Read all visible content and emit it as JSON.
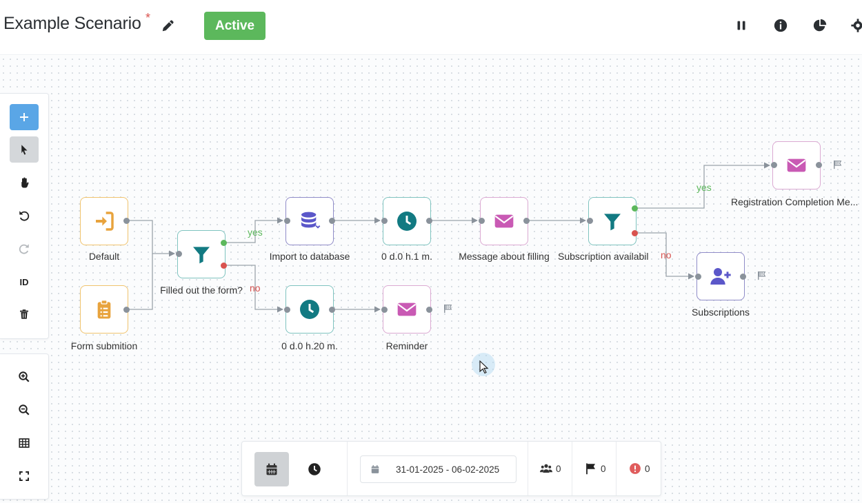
{
  "header": {
    "title": "Example Scenario",
    "unsaved_marker": "*",
    "status": "Active",
    "icons": [
      "pencil-icon",
      "pause-icon",
      "info-icon",
      "pie-chart-icon",
      "gear-icon"
    ]
  },
  "toolbar": {
    "id_label": "ID",
    "top_icons": [
      "plus-icon",
      "pointer-icon",
      "hand-icon",
      "undo-icon",
      "redo-icon",
      "id-icon",
      "trash-icon"
    ],
    "bottom_icons": [
      "zoom-in-icon",
      "zoom-out-icon",
      "grid-icon",
      "fullscreen-icon"
    ]
  },
  "nodes": {
    "default": "Default",
    "form_submition": "Form submition",
    "filled_out_form": "Filled out the form?",
    "import_db": "Import to database",
    "delay_1": "0 d.0 h.1 m.",
    "delay_20": "0 d.0 h.20 m.",
    "message_filling": "Message about filling",
    "reminder": "Reminder",
    "subscription_available": "Subscription availabil",
    "subscriptions": "Subscriptions",
    "registration_completion": "Registration Completion Me..."
  },
  "edges": {
    "yes_1": "yes",
    "no_1": "no",
    "yes_2": "yes",
    "no_2": "no"
  },
  "statsbar": {
    "date_range": "31-01-2025 - 06-02-2025",
    "users_count": "0",
    "flags_count": "0",
    "errors_count": "0"
  },
  "colors": {
    "active": "#5cb85c",
    "accent_blue": "#5aa6e6",
    "start_orange": "#e8a33d",
    "teal": "#127a82",
    "purple": "#5b57c9",
    "pink": "#c95ab4"
  }
}
